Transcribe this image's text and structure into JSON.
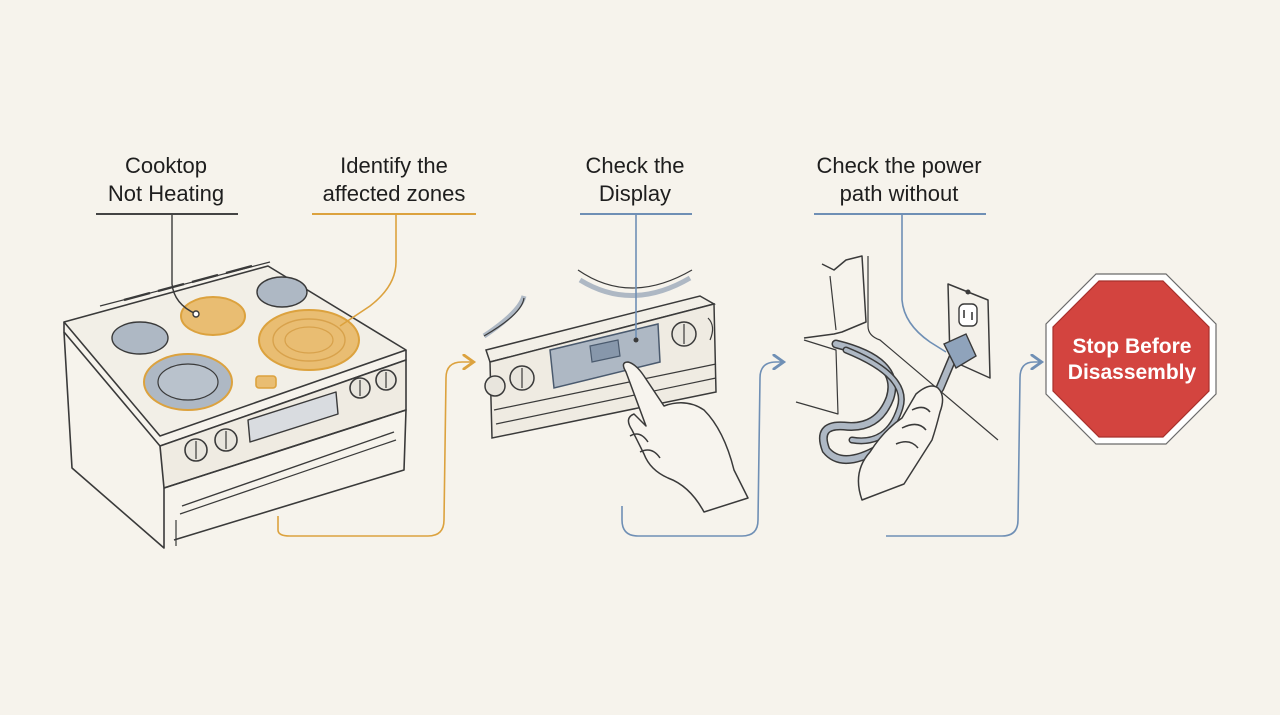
{
  "steps": [
    {
      "id": "cooktop",
      "label": "Cooktop\nNot Heating"
    },
    {
      "id": "zones",
      "label": "Identify the\naffected zones"
    },
    {
      "id": "display",
      "label": "Check the\nDisplay"
    },
    {
      "id": "power",
      "label": "Check the power\npath without"
    }
  ],
  "stop_sign": {
    "label": "Stop Before\nDisassembly"
  },
  "colors": {
    "background": "#f6f3ec",
    "ink": "#3a3a3a",
    "neutral_rule": "#444444",
    "amber": "#dca23e",
    "amber_fill": "#e9bd72",
    "blue": "#6f8fb5",
    "burner_gray": "#aeb8c4",
    "stop_red": "#d3443f"
  },
  "icons": {
    "stove": "electric-range-icon",
    "control_panel": "control-panel-icon",
    "pointing_hand": "pointing-hand-icon",
    "outlet": "wall-outlet-icon",
    "plug_hand": "hand-plug-icon",
    "stop": "stop-sign-icon",
    "arrow": "flow-arrow-icon"
  }
}
